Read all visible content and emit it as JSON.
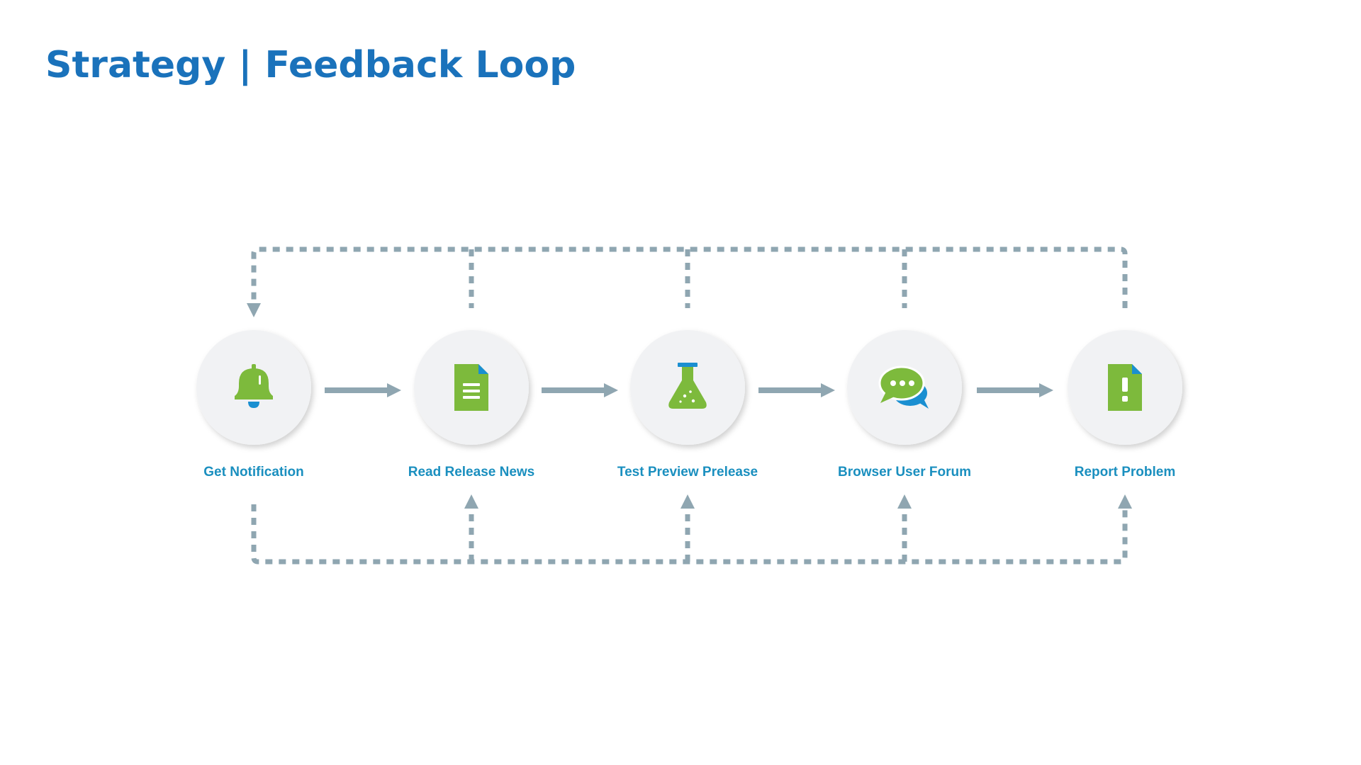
{
  "title": "Strategy | Feedback Loop",
  "colors": {
    "title": "#1a72bb",
    "label": "#1a8fbf",
    "connector": "#8fa6b1",
    "circle": "#f1f2f4",
    "icon_green": "#7dba3c",
    "icon_blue": "#1a8fd1"
  },
  "steps": [
    {
      "label": "Get Notification",
      "icon": "bell-icon"
    },
    {
      "label": "Read Release News",
      "icon": "document-icon"
    },
    {
      "label": "Test Preview Prelease",
      "icon": "flask-icon"
    },
    {
      "label": "Browser User Forum",
      "icon": "chat-bubbles-icon"
    },
    {
      "label": "Report Problem",
      "icon": "alert-document-icon"
    }
  ]
}
